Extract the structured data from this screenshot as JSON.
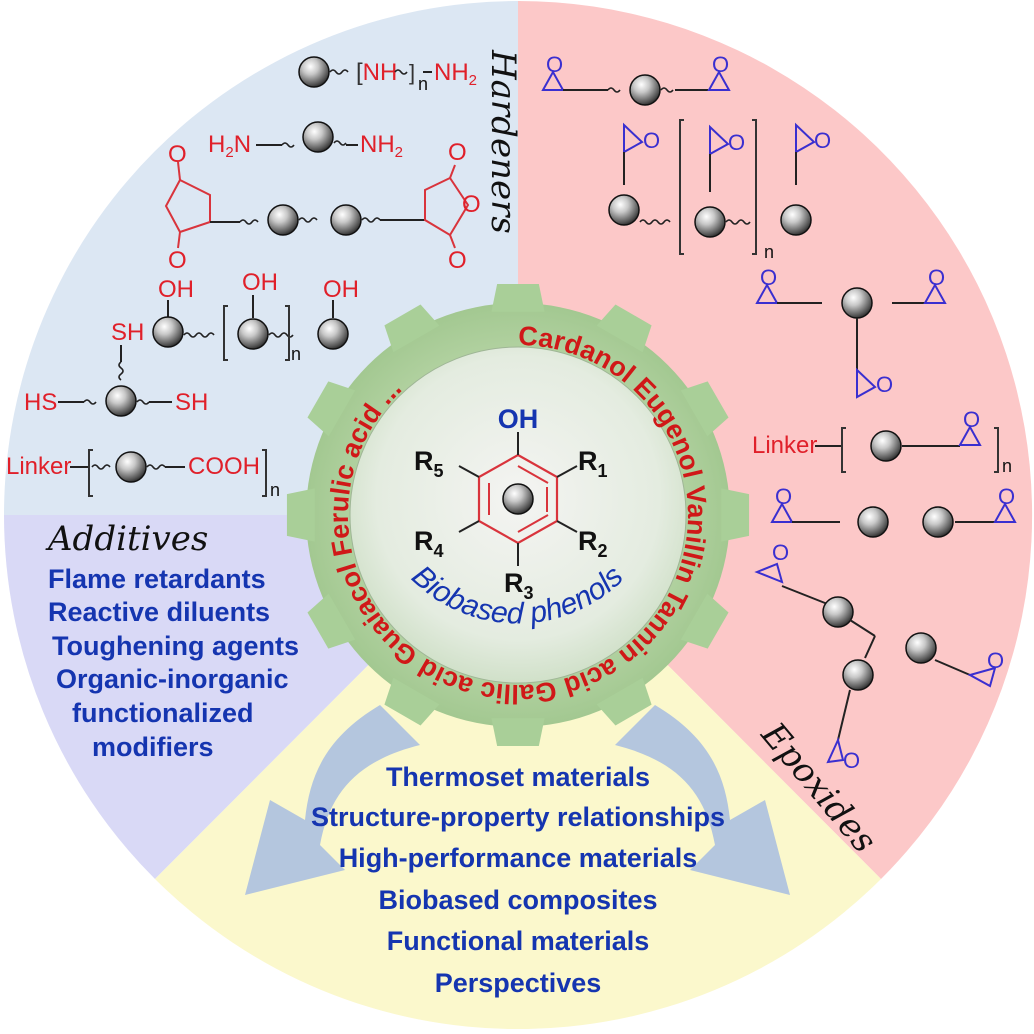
{
  "colors": {
    "hardeners_bg": "#dce7f3",
    "epoxides_bg": "#fcc8c8",
    "additives_bg": "#d9d9f6",
    "applications_bg": "#fbf8cc",
    "gear": "#a9cf98",
    "chem_red": "#e0202a",
    "epoxide_blue": "#3a2fd0",
    "text_blue": "#1535b0"
  },
  "hardeners": {
    "title": "Hardeners",
    "polyamine": {
      "group": "NH",
      "end": "NH",
      "end_sub": "2",
      "repeat": "n"
    },
    "diamine": {
      "left": "H",
      "left_sub": "2",
      "left_n": "N",
      "right": "NH",
      "right_sub": "2"
    },
    "anhydride": {
      "o_labels": [
        "O",
        "O",
        "O",
        "O",
        "O"
      ]
    },
    "polyphenol": {
      "groups": [
        "OH",
        "OH",
        "OH"
      ],
      "repeat": "n"
    },
    "thiol": {
      "groups": [
        "SH",
        "HS",
        "SH"
      ]
    },
    "acid": {
      "linker": "Linker",
      "group": "COOH",
      "repeat": "n"
    }
  },
  "epoxides": {
    "title": "Epoxides",
    "o_label": "O",
    "linker": "Linker",
    "repeat": "n"
  },
  "additives": {
    "title": "Additives",
    "items": [
      "Flame retardants",
      "Reactive diluents",
      "Toughening agents",
      "Organic-inorganic",
      "functionalized",
      "modifiers"
    ]
  },
  "center": {
    "ring_text": "Cardanol Eugenol Vanillin Tannin acid Gallic acid Guaiacol Ferulic acid  ...",
    "oh": "OH",
    "substituents": [
      {
        "label": "R",
        "sub": "1"
      },
      {
        "label": "R",
        "sub": "2"
      },
      {
        "label": "R",
        "sub": "3"
      },
      {
        "label": "R",
        "sub": "4"
      },
      {
        "label": "R",
        "sub": "5"
      }
    ],
    "caption": "Biobased phenols"
  },
  "applications": {
    "items": [
      "Thermoset materials",
      "Structure-property relationships",
      "High-performance materials",
      "Biobased composites",
      "Functional materials",
      "Perspectives"
    ]
  }
}
